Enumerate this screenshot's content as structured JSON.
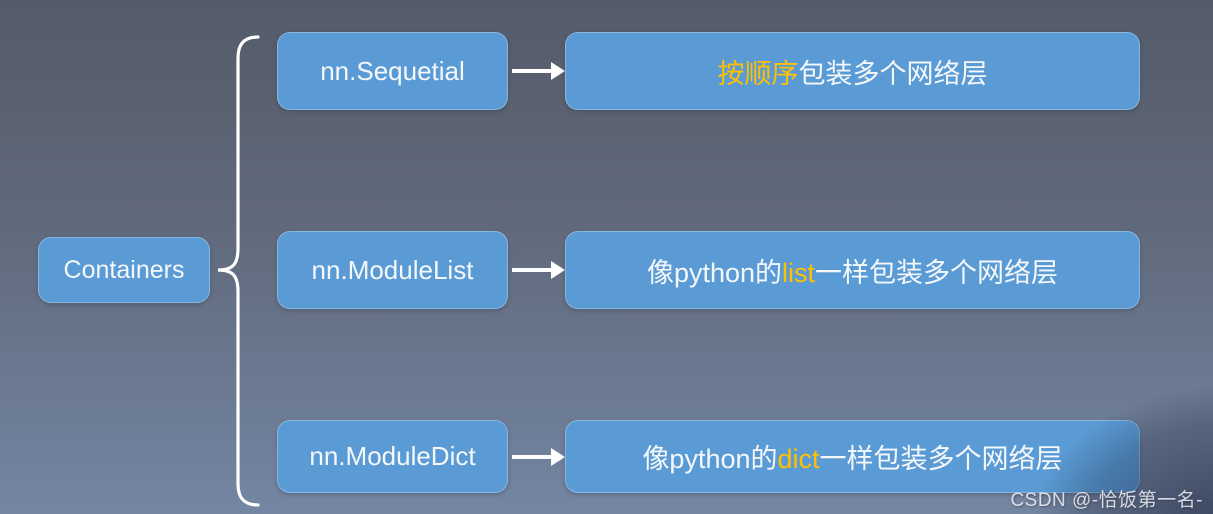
{
  "diagram": {
    "root": {
      "label": "Containers"
    },
    "rows": [
      {
        "name": "nn.Sequetial",
        "desc": {
          "pre": "",
          "highlight": "按顺序",
          "post": "包装多个网络层"
        }
      },
      {
        "name": "nn.ModuleList",
        "desc": {
          "pre": "像python的",
          "highlight": "list",
          "post": "一样包装多个网络层"
        }
      },
      {
        "name": "nn.ModuleDict",
        "desc": {
          "pre": "像python的",
          "highlight": "dict",
          "post": "一样包装多个网络层"
        }
      }
    ]
  },
  "watermark": "CSDN @-恰饭第一名-",
  "colors": {
    "node_fill": "#5b9bd5",
    "highlight_text": "#ffc000",
    "body_text": "#ffffff",
    "connector": "#ffffff",
    "background_top": "#545b69",
    "background_bottom": "#7486a3"
  }
}
